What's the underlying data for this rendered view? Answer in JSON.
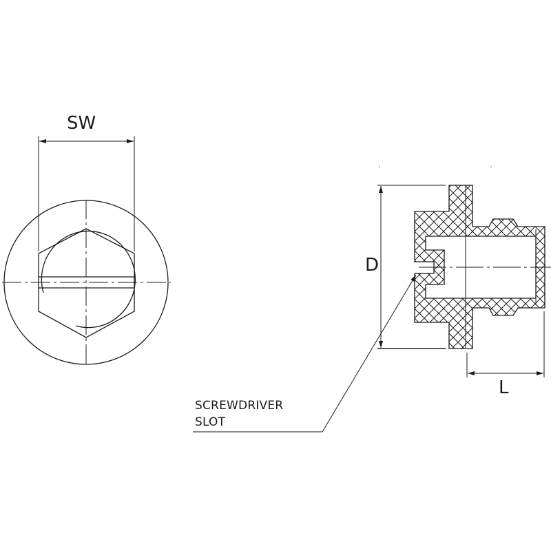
{
  "front_view": {
    "dimension_label": "SW"
  },
  "section_view": {
    "diameter_label": "D",
    "length_label": "L"
  },
  "callout": {
    "line1": "SCREWDRIVER",
    "line2": "SLOT"
  },
  "colors": {
    "line": "#1a1a1a",
    "background": "#ffffff"
  }
}
